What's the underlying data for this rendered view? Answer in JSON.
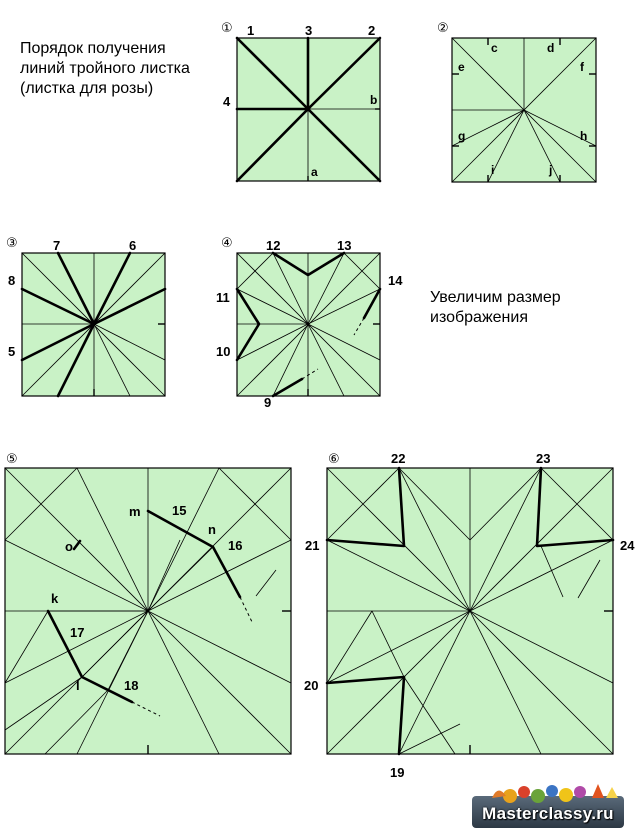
{
  "captions": {
    "order_text": "Порядок получения линий тройного листка (листка для розы)",
    "enlarge_text": "Увеличим размер изображения"
  },
  "steps": [
    "①",
    "②",
    "③",
    "④",
    "⑤",
    "⑥"
  ],
  "labels": {
    "s1": [
      "1",
      "3",
      "2",
      "4",
      "b",
      "a"
    ],
    "s2": [
      "c",
      "d",
      "e",
      "f",
      "g",
      "h",
      "i",
      "j"
    ],
    "s3": [
      "7",
      "6",
      "8",
      "5"
    ],
    "s4": [
      "12",
      "13",
      "14",
      "11",
      "10",
      "9"
    ],
    "s5": [
      "m",
      "15",
      "n",
      "16",
      "o",
      "k",
      "17",
      "l",
      "18"
    ],
    "s6": [
      "22",
      "23",
      "21",
      "24",
      "20",
      "19"
    ]
  },
  "colors": {
    "paper": "#c9f2c6",
    "line": "#000000"
  },
  "logo": {
    "text": "Masterclassy.ru"
  }
}
